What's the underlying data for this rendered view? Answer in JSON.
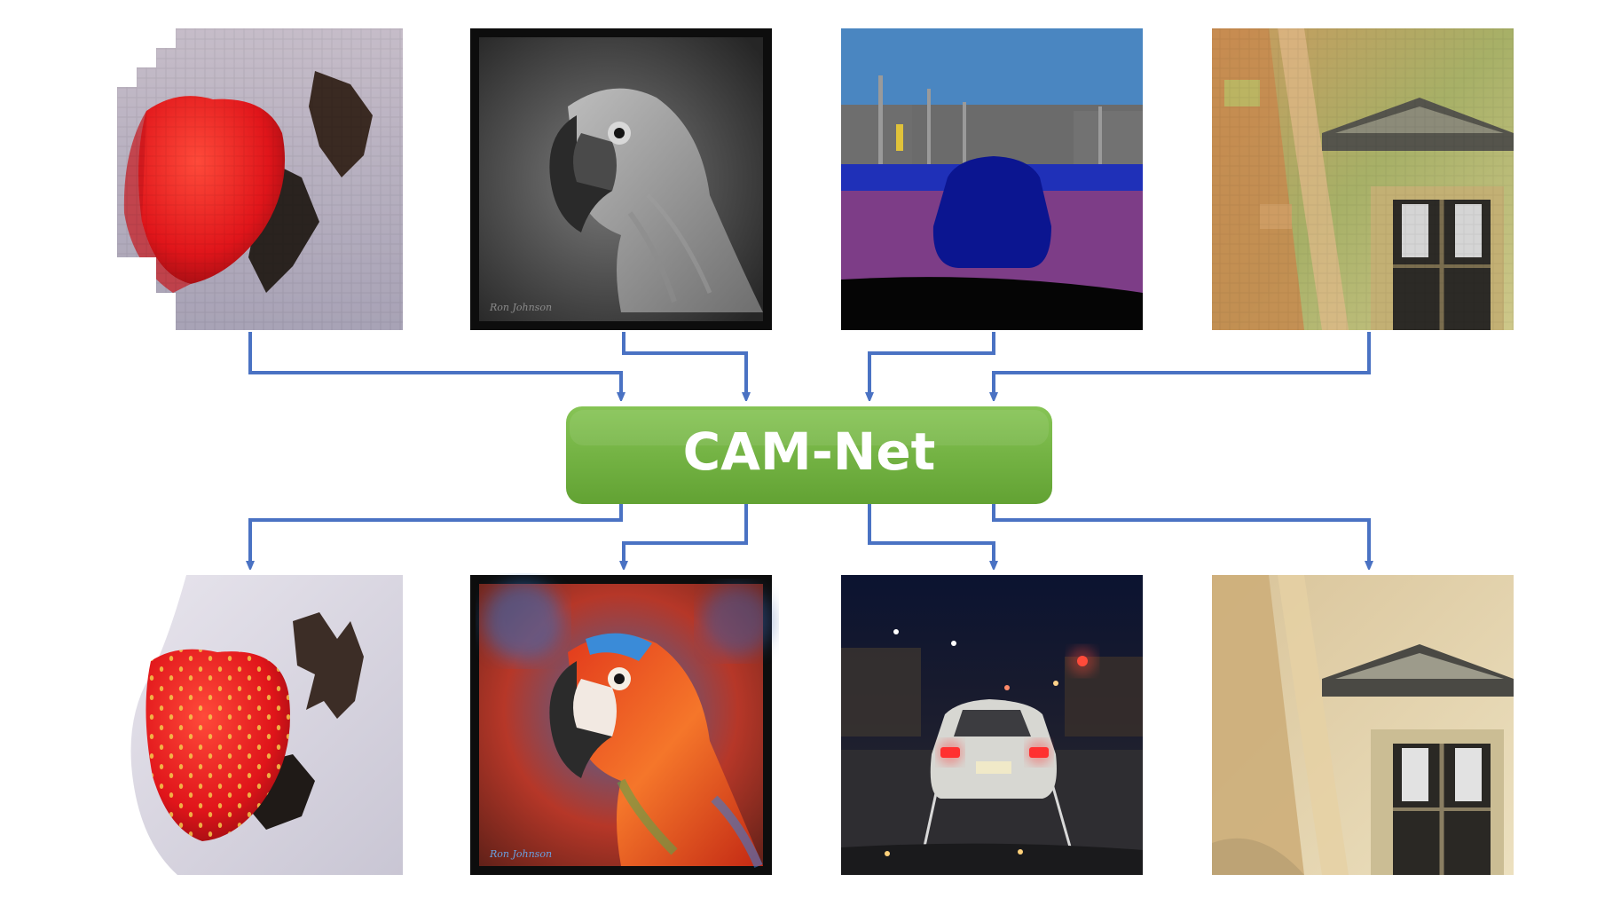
{
  "center_node": {
    "label": "CAM-Net",
    "fill": "#6fae3f",
    "fill_light": "#86c455"
  },
  "arrow_color": "#4a72c3",
  "inputs": [
    {
      "name": "input-strawberry-pixelated",
      "depicts": "low-resolution pixelated strawberry"
    },
    {
      "name": "input-parrot-grayscale",
      "depicts": "grayscale parrot"
    },
    {
      "name": "input-street-segmentation-map",
      "depicts": "semantic segmentation map of a street with a car"
    },
    {
      "name": "input-building-artifacts",
      "depicts": "compressed building facade with artifacts"
    }
  ],
  "outputs": [
    {
      "name": "output-strawberry-hires",
      "depicts": "high-resolution strawberry"
    },
    {
      "name": "output-parrot-colorized",
      "depicts": "colorized macaw parrot"
    },
    {
      "name": "output-street-night-photo",
      "depicts": "photorealistic night street with a car"
    },
    {
      "name": "output-building-clean",
      "depicts": "clean building facade with window"
    }
  ]
}
